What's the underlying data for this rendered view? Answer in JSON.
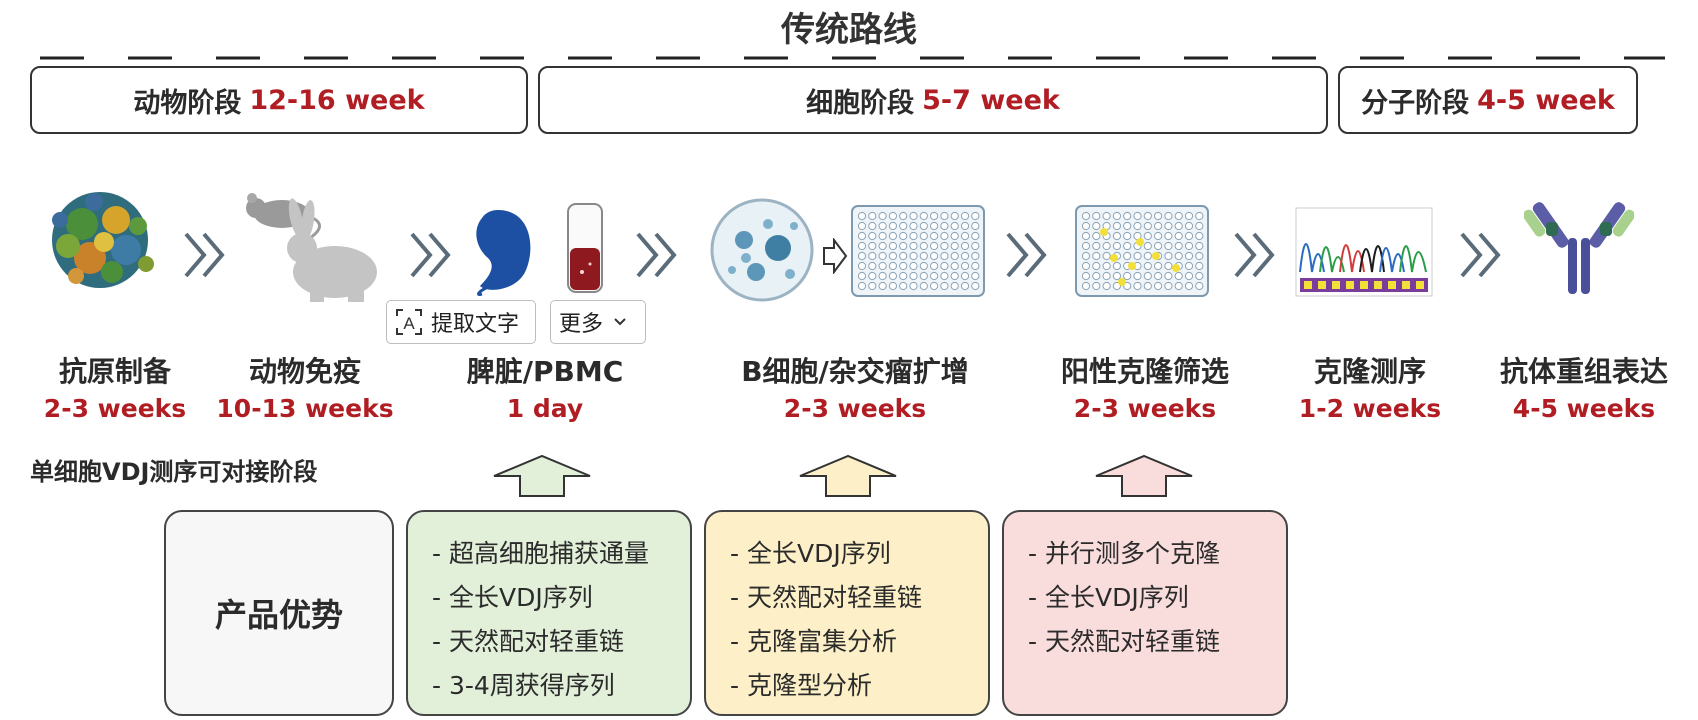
{
  "title": "传统路线",
  "phases": [
    {
      "name": "动物阶段",
      "duration": "12-16 week"
    },
    {
      "name": "细胞阶段",
      "duration": "5-7 week"
    },
    {
      "name": "分子阶段",
      "duration": "4-5 week"
    }
  ],
  "steps": [
    {
      "name": "抗原制备",
      "duration": "2-3 weeks"
    },
    {
      "name": "动物免疫",
      "duration": "10-13 weeks"
    },
    {
      "name": "脾脏/PBMC",
      "duration": "1 day"
    },
    {
      "name": "B细胞/杂交瘤扩增",
      "duration": "2-3 weeks"
    },
    {
      "name": "阳性克隆筛选",
      "duration": "2-3 weeks"
    },
    {
      "name": "克隆测序",
      "duration": "1-2 weeks"
    },
    {
      "name": "抗体重组表达",
      "duration": "4-5 weeks"
    }
  ],
  "overlay": {
    "extract_text": "提取文字",
    "more": "更多"
  },
  "vdj_label": "单细胞VDJ测序可对接阶段",
  "advantages_label": "产品优势",
  "cards": [
    {
      "color": "#e2efd9",
      "items": [
        "- 超高细胞捕获通量",
        "- 全长VDJ序列",
        "- 天然配对轻重链",
        "- 3-4周获得序列"
      ]
    },
    {
      "color": "#fdf0c8",
      "items": [
        "- 全长VDJ序列",
        "- 天然配对轻重链",
        "- 克隆富集分析",
        "- 克隆型分析"
      ]
    },
    {
      "color": "#f9dcdc",
      "items": [
        "- 并行测多个克隆",
        "- 全长VDJ序列",
        "- 天然配对轻重链"
      ]
    }
  ],
  "icons": [
    "antigen-protein-icon",
    "mouse-icon",
    "rabbit-icon",
    "spleen-icon",
    "blood-tube-icon",
    "cell-dish-icon",
    "well-plate-icon",
    "positive-plate-icon",
    "sequencing-chromatogram-icon",
    "antibody-icon"
  ],
  "colors": {
    "accent_red": "#b01d23",
    "green": "#e2efd9",
    "yellow": "#fdf0c8",
    "pink": "#f9dcdc"
  }
}
